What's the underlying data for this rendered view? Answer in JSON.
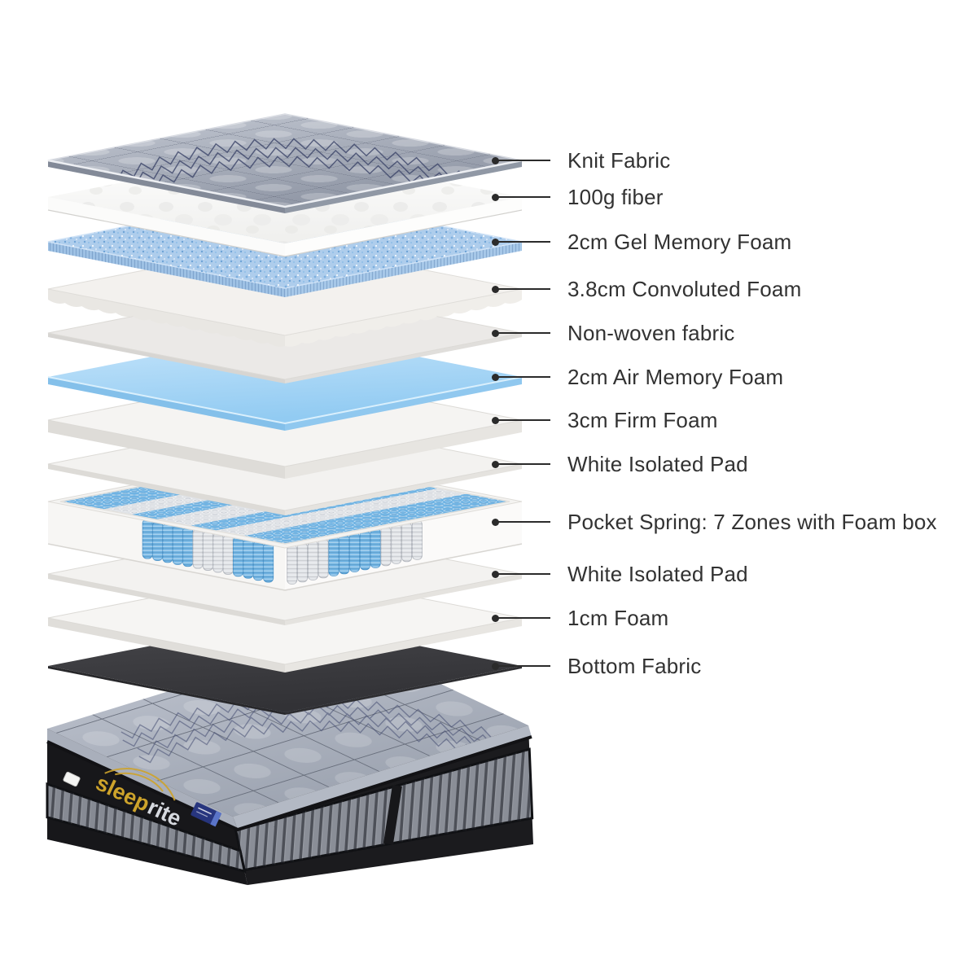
{
  "diagram": {
    "background": "#ffffff",
    "leader_color": "#2b2b2b",
    "text_color": "#323232"
  },
  "layers": [
    {
      "id": "knit-fabric",
      "label": "Knit Fabric",
      "color": "#9aa1af"
    },
    {
      "id": "fiber-100g",
      "label": "100g fiber",
      "color": "#ffffff"
    },
    {
      "id": "gel-memory-foam",
      "label": "2cm Gel Memory Foam",
      "color": "#aecdec"
    },
    {
      "id": "convoluted-foam",
      "label": "3.8cm Convoluted Foam",
      "color": "#f3f1ee"
    },
    {
      "id": "non-woven-fabric",
      "label": "Non-woven fabric",
      "color": "#ebe9e7"
    },
    {
      "id": "air-memory-foam",
      "label": "2cm Air Memory Foam",
      "color": "#a9d7f6"
    },
    {
      "id": "firm-foam",
      "label": "3cm Firm Foam",
      "color": "#f5f4f2"
    },
    {
      "id": "white-isolated-pad-upper",
      "label": "White Isolated Pad",
      "color": "#f3f2f0"
    },
    {
      "id": "pocket-spring",
      "label": "Pocket Spring: 7 Zones with Foam box",
      "color": "#6fb3e3"
    },
    {
      "id": "white-isolated-pad-lower",
      "label": "White Isolated Pad",
      "color": "#f3f2f0"
    },
    {
      "id": "foam-1cm",
      "label": "1cm Foam",
      "color": "#f6f5f3"
    },
    {
      "id": "bottom-fabric",
      "label": "Bottom Fabric",
      "color": "#3d3d41"
    }
  ],
  "mattress": {
    "brand_first": "sleep",
    "brand_second": "rite",
    "brand_gold": "#cda32b"
  }
}
